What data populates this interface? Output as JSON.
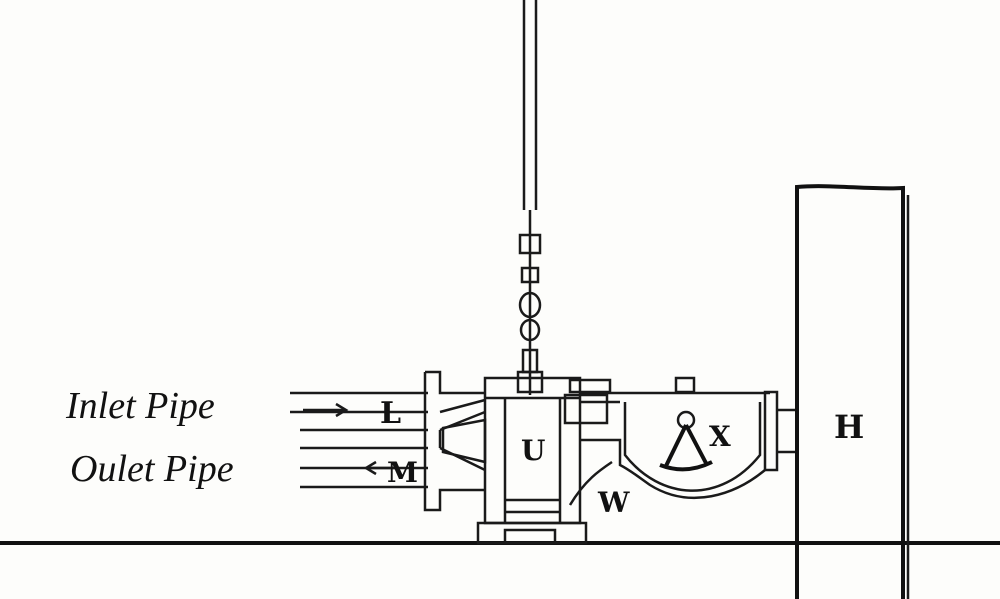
{
  "diagram": {
    "captions": {
      "inlet": "Inlet Pipe",
      "outlet": "Oulet Pipe"
    },
    "labels": {
      "L": "L",
      "M": "M",
      "U": "U",
      "W": "W",
      "X": "X",
      "H": "H"
    },
    "arrows": {
      "inlet": "right",
      "outlet": "left"
    }
  }
}
